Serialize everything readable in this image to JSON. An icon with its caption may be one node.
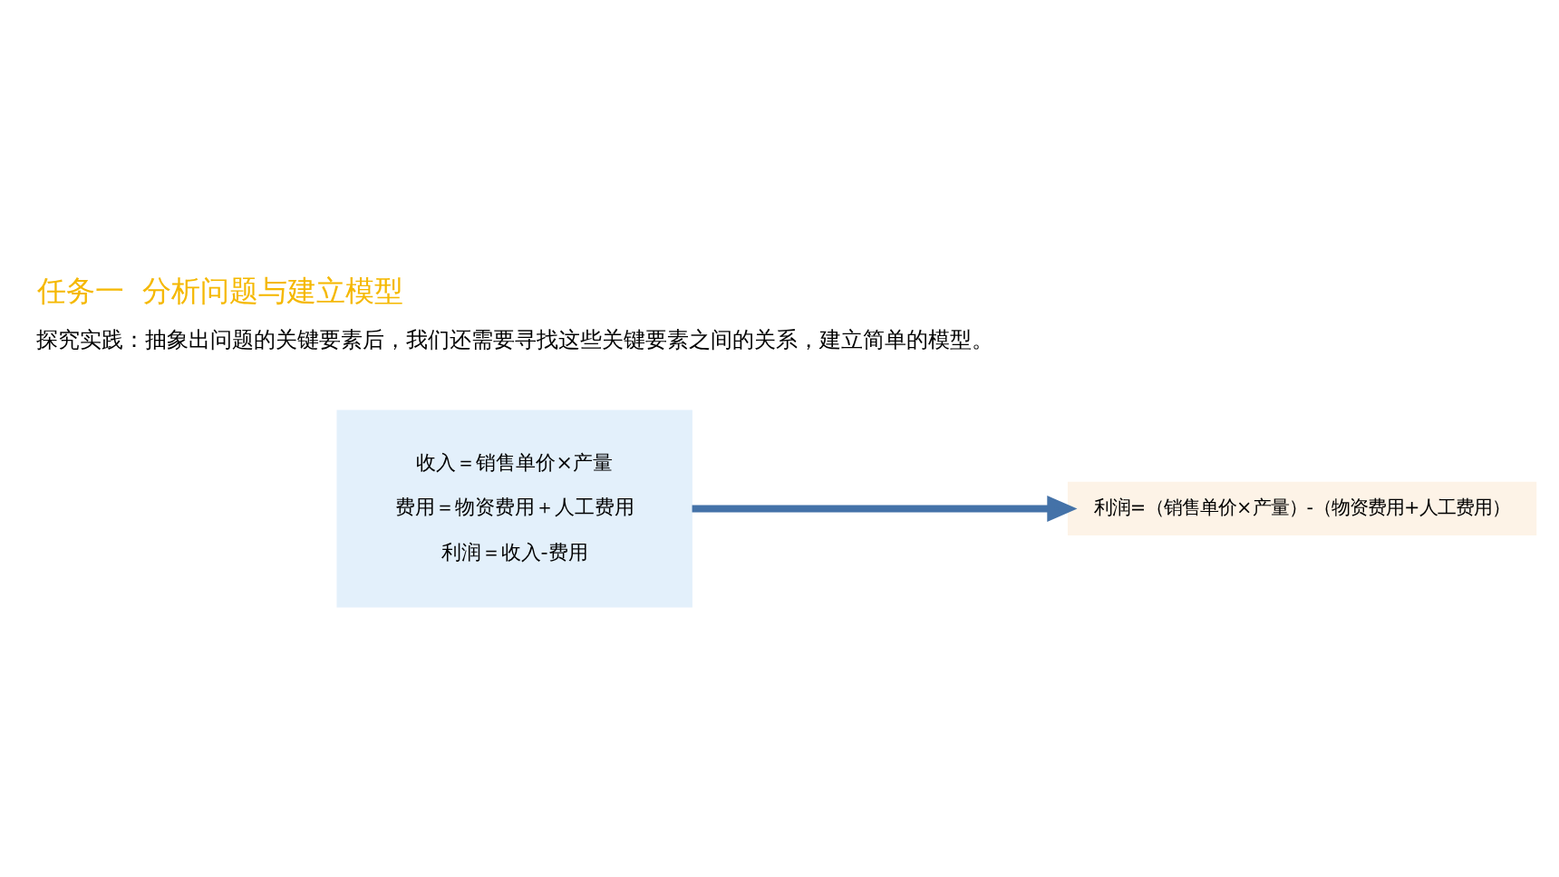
{
  "diagram": {
    "title": "任务一  分析问题与建立模型",
    "nodes": [
      {
        "text": [
          "收入＝销售单价×产量",
          "费用＝物资费用＋人工费用",
          "利润＝收入-费用"
        ]
      },
      {
        "text": [
          "利润=（销售单价×产量）-（物资费用+人工费用）"
        ]
      }
    ],
    "edges": [
      {
        "from": 0,
        "to": 1,
        "arrow": "to"
      }
    ],
    "labels": [
      "探究实践：抽象出问题的关键要素后，我们还需要寻找这些关键要素之间的关系，建立简单的模型。"
    ]
  }
}
